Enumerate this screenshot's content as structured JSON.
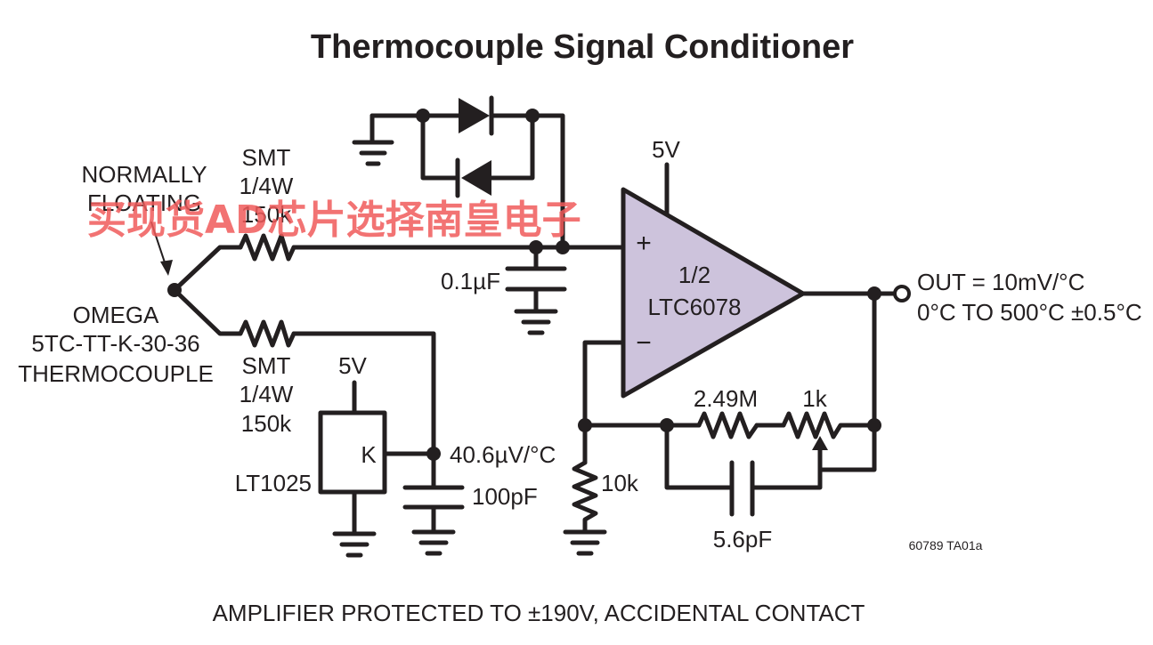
{
  "title": "Thermocouple Signal Conditioner",
  "labels": {
    "normally": "NORMALLY",
    "floating": "FLOATING",
    "smt1": "SMT",
    "w1": "1/4W",
    "r1": "150k",
    "smt2": "SMT",
    "w2": "1/4W",
    "r2": "150k",
    "omega": "OMEGA",
    "model": "5TC-TT-K-30-36",
    "thermo": "THERMOCOUPLE",
    "cap1": "0.1µF",
    "supply_top": "5V",
    "opamp_half": "1/2",
    "opamp_name": "LTC6078",
    "plus": "+",
    "minus": "−",
    "out1": "OUT = 10mV/°C",
    "out2": "0°C TO 500°C ±0.5°C",
    "supply_ref": "5V",
    "k_pin": "K",
    "ref_name": "LT1025",
    "ref_coeff": "40.6µV/°C",
    "cap2": "100pF",
    "r_fb": "2.49M",
    "pot": "1k",
    "r_gnd": "10k",
    "cap3": "5.6pF",
    "code": "60789 TA01a",
    "footer": "AMPLIFIER PROTECTED TO ±190V, ACCIDENTAL CONTACT",
    "watermark": "买现货AD芯片选择南皇电子"
  },
  "colors": {
    "wire": "#231f20",
    "opamp_fill": "#cdc3dc",
    "watermark": "#f05a5a"
  }
}
